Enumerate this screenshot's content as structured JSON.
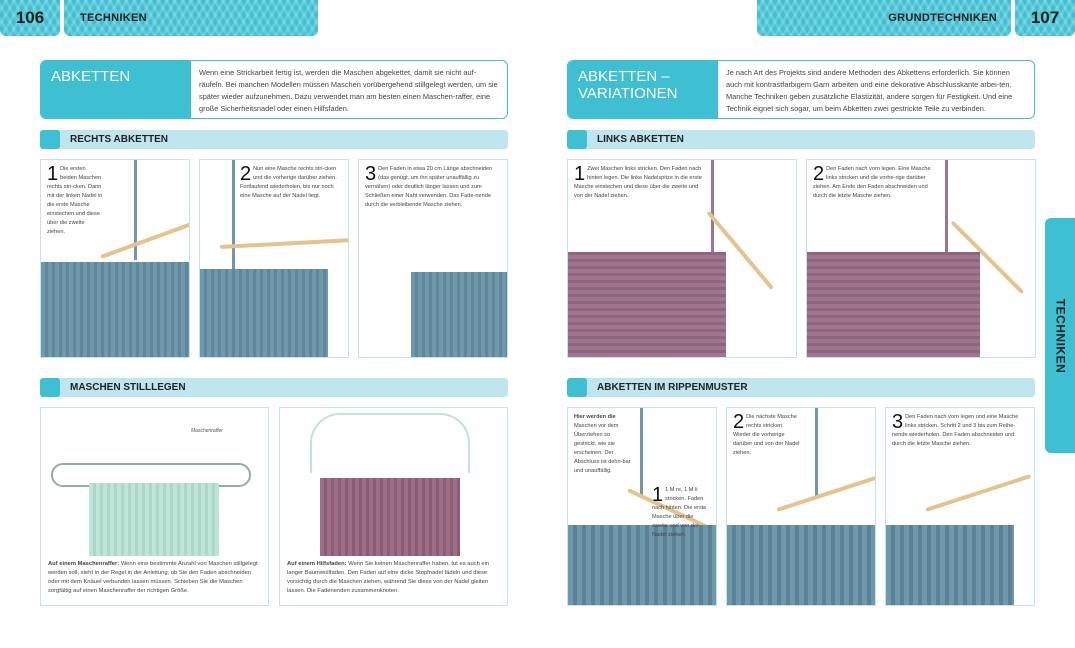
{
  "header": {
    "left_page_number": "106",
    "left_running_title": "TECHNIKEN",
    "right_running_title": "GRUNDTECHNIKEN",
    "right_page_number": "107",
    "side_tab": "TECHNIKEN"
  },
  "left_intro": {
    "label": "ABKETTEN",
    "text": "Wenn eine Strickarbeit fertig ist, werden die Maschen abgekettet, damit sie nicht auf-räufeln. Bei manchen Modellen müssen Maschen vorübergehend stillgelegt werden, um sie später wieder aufzunehmen. Dazu verwendet man am besten einen Maschen-raffer, eine große Sicherheitsnadel oder einen Hilfsfaden."
  },
  "right_intro": {
    "label": "ABKETTEN – VARIATIONEN",
    "text": "Je nach Art des Projekts sind andere Methoden des Abkettens erforderlich. Sie können auch mit kontrastfarbigem Garn arbeiten und eine dekorative Abschlusskante arbei-ten. Manche Techniken geben zusätzliche Elastizität, andere sorgen für Festigkeit. Und eine Technik eignet sich sogar, um beim Abketten zwei gestrickte Teile zu verbinden."
  },
  "rechts_abketten": {
    "title": "RECHTS ABKETTEN",
    "steps": [
      {
        "num": "1",
        "text": "Die ersten beiden Maschen rechts stri-cken. Dann mit der linken Nadel in die erste Masche einstechen und diese über die zweite ziehen."
      },
      {
        "num": "2",
        "text": "Nun eine Masche rechts stri-cken und die vorherige darüber ziehen. Fortlaufend wiederholen, bis nur noch eine Masche auf der Nadel liegt."
      },
      {
        "num": "3",
        "text": "Den Faden in etwa 20 cm Länge abschneiden (das genügt, um ihn später unauffällig zu vernähen) oder deutlich länger lassen und zum Schließen einer Naht verwenden. Das Fade-nende durch die verbleibende Masche ziehen."
      }
    ]
  },
  "maschen_stilllegen": {
    "title": "MASCHEN STILLLEGEN",
    "photo_label": "Maschenraffer",
    "captions": [
      {
        "bold": "Auf einem Maschenraffer:",
        "text": " Wenn eine bestimmte Anzahl von Maschen stillgelegt werden soll, steht in der Regel in der Anleitung, ob Sie den Faden abschneiden oder mit dem Knäuel verbunden lassen müssen. Schieben Sie die Maschen sorgfältig auf einen Maschenraffer der richtigen Größe."
      },
      {
        "bold": "Auf einem Hilfsfaden:",
        "text": " Wenn Sie keinen Maschenraffer haben, tut es auch ein langer Baumwollfaden. Den Faden auf eine dicke Stopfnadel fädeln und diese vorsichtig durch die Maschen ziehen, während Sie diese von der Nadel gleiten lassen. Die Fadenenden zusammenknoten."
      }
    ]
  },
  "links_abketten": {
    "title": "LINKS ABKETTEN",
    "steps": [
      {
        "num": "1",
        "text": "Zwei Maschen links stricken. Den Faden nach hinten legen. Die linke Nadelspitze in die erste Masche einstechen und diese über die zweite und von der Nadel ziehen."
      },
      {
        "num": "2",
        "text": "Den Faden nach vorn legen. Eine Masche links stricken und die vorhe-rige darüber ziehen. Am Ende den Faden abschneiden und durch die letzte Masche ziehen."
      }
    ]
  },
  "rippenmuster": {
    "title": "ABKETTEN IM RIPPENMUSTER",
    "note_bold": "Hier werden die",
    "note": " Maschen vor dem Überziehen so gestrickt, wie sie erscheinen. Der Abschluss ist dehn-bar und unauffällig.",
    "steps": [
      {
        "num": "1",
        "text": "1 M re, 1 M li stricken. Faden nach hinten. Die erste Masche über die zweite und von der Nadel ziehen."
      },
      {
        "num": "2",
        "text": "Die nächste Masche rechts stricken. Wieder die vorherige darüber und von der Nadel ziehen."
      },
      {
        "num": "3",
        "text": "Den Faden nach vorn legen und eine Masche links stricken. Schritt 2 und 3 bis zum Reihe-nende wiederholen. Den Faden abschneiden und durch die letzte Masche ziehen."
      }
    ]
  },
  "colors": {
    "accent": "#3fbfd2",
    "section_bg": "#bfe6ee",
    "blue_yarn": "#6f98aa",
    "purple_yarn": "#a0768f",
    "mint_yarn": "#bfe4d8",
    "mauve_yarn": "#9e6d86",
    "needle": "#e4c38f"
  }
}
